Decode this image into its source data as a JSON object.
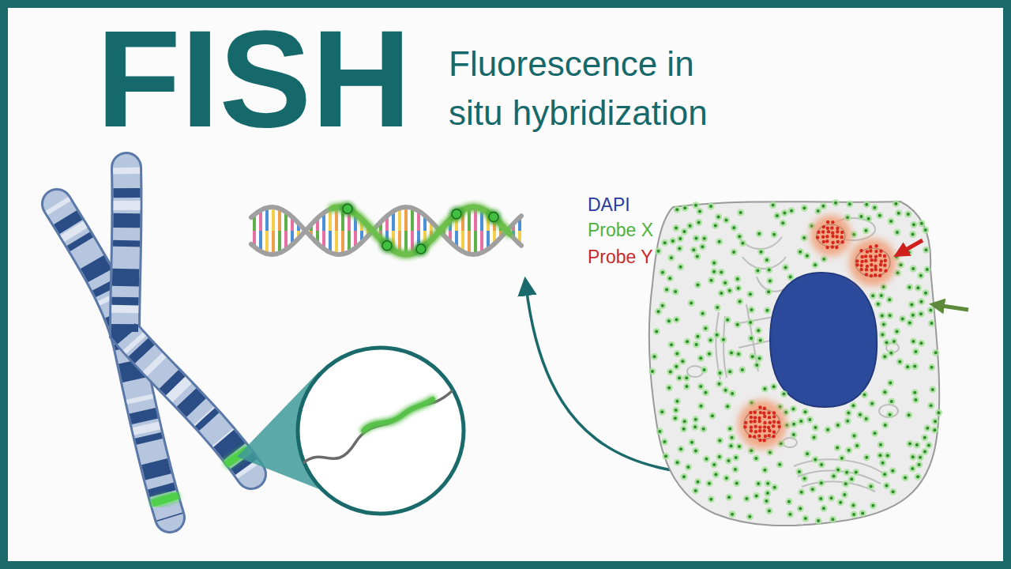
{
  "diagram": {
    "title": "FISH",
    "labels": [
      "Fluorescence in situ hybridization"
    ],
    "legend": [
      {
        "text": "DAPI",
        "color": "#2a3a9e"
      },
      {
        "text": "Probe X",
        "color": "#4cb23b"
      },
      {
        "text": "Probe Y",
        "color": "#c62a2a"
      }
    ]
  }
}
